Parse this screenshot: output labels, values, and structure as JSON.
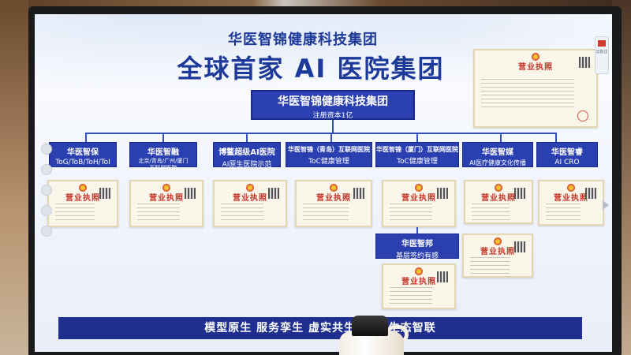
{
  "header": {
    "title_small": "华医智锦健康科技集团",
    "title_large": "全球首家 AI 医院集团"
  },
  "root": {
    "name": "华医智锦健康科技集团",
    "capital": "注册资本1亿"
  },
  "license_title": "营业执照",
  "corner_tool_label": "云批注",
  "subsidiaries": [
    {
      "name": "华医智保",
      "desc": "ToG/ToB/ToH/ToI"
    },
    {
      "name": "华医智融",
      "desc": "北京/青岛/广州/厦门",
      "desc2": "互联网医院"
    },
    {
      "name": "博鳌超级AI医院",
      "desc": "AI原生医院示范"
    },
    {
      "name": "华医智锦（青岛）互联网医院",
      "desc": "ToC健康管理"
    },
    {
      "name": "华医智锦（厦门）互联网医院",
      "desc": "ToC健康管理"
    },
    {
      "name": "华医智媒",
      "desc": "AI医疗健康文化传播"
    },
    {
      "name": "华医智睿",
      "desc": "AI CRO"
    }
  ],
  "sub_branch": {
    "name": "华医智邦",
    "desc": "基层签约有感"
  },
  "slogan": "模型原生   服务孪生   虚实共生   主动   生态智联"
}
